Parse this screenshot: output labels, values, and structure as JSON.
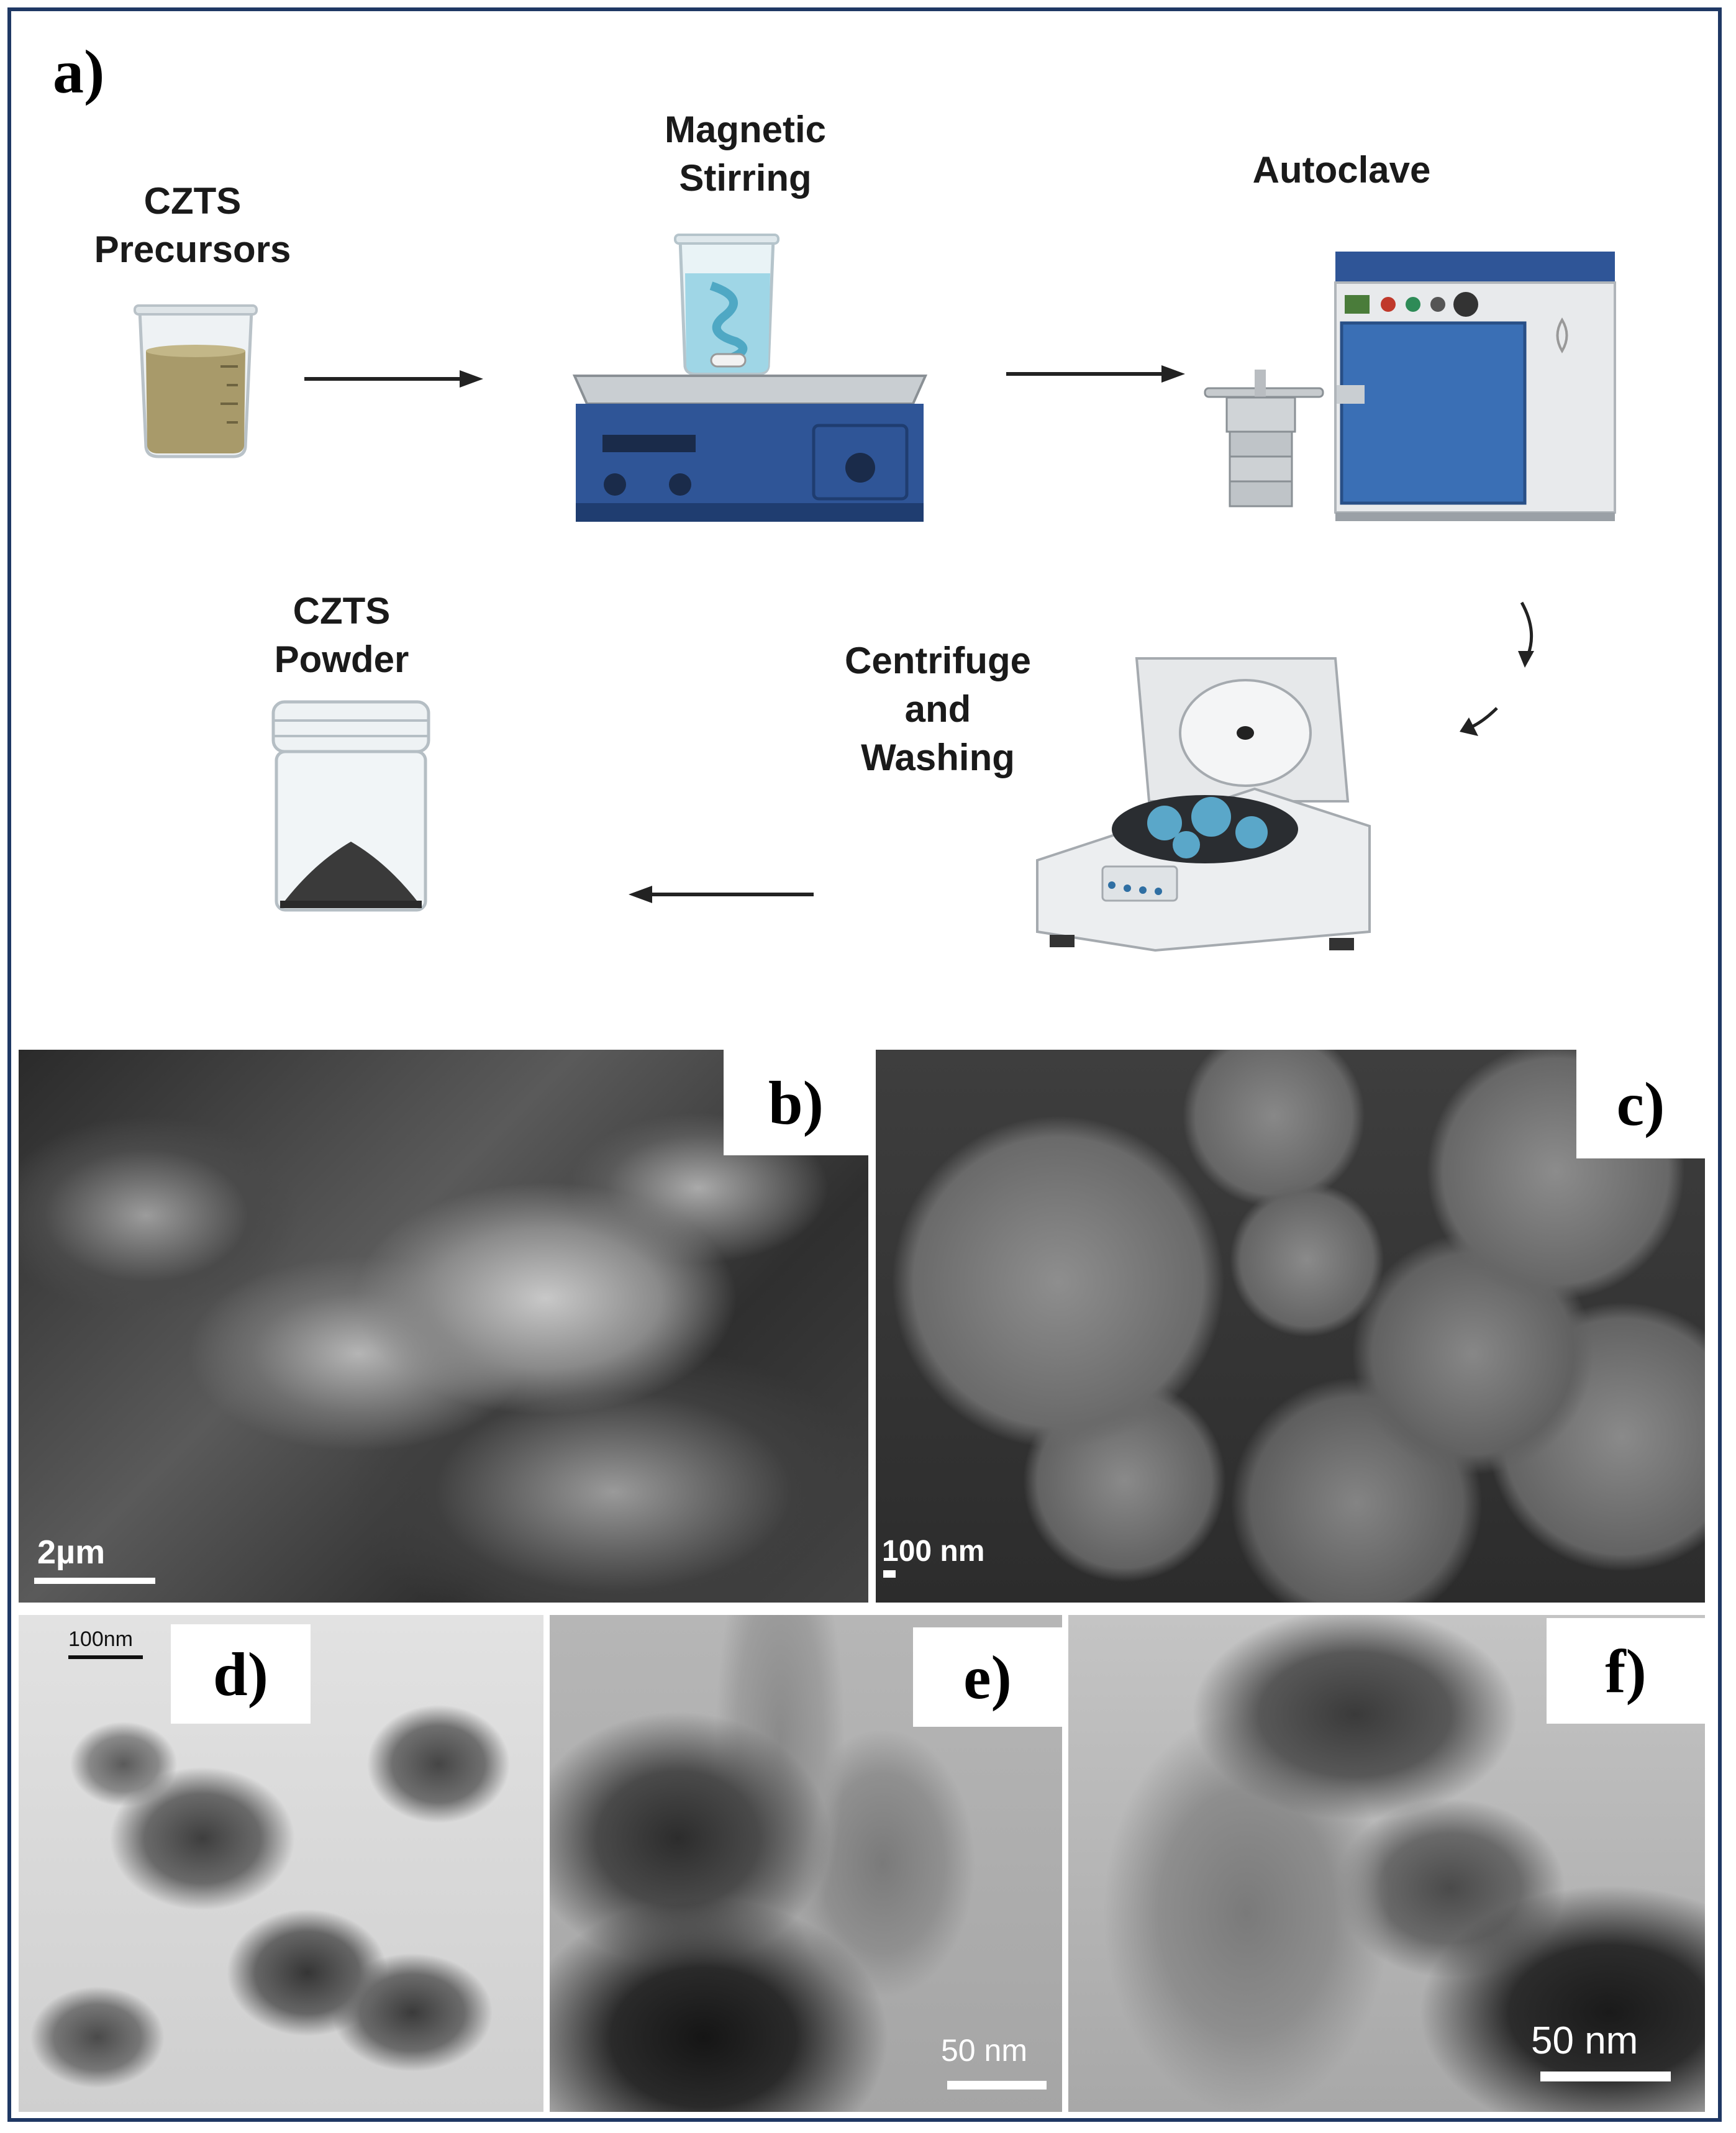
{
  "figure": {
    "panel_a": {
      "label": "a)",
      "steps": [
        {
          "line1": "CZTS",
          "line2": "Precursors"
        },
        {
          "line1": "Magnetic",
          "line2": "Stirring"
        },
        {
          "line1": "Autoclave",
          "line2": ""
        },
        {
          "line1": "Centrifuge",
          "line2": "and",
          "line3": "Washing"
        },
        {
          "line1": "CZTS",
          "line2": "Powder"
        }
      ]
    },
    "panel_b": {
      "label": "b)",
      "scale": "2µm"
    },
    "panel_c": {
      "label": "c)",
      "scale": "100 nm"
    },
    "panel_d": {
      "label": "d)",
      "scale": "100nm"
    },
    "panel_e": {
      "label": "e)",
      "scale": "50 nm"
    },
    "panel_f": {
      "label": "f)",
      "scale": "50 nm"
    }
  },
  "colors": {
    "frame": "#1f3864",
    "precursor_liquid": "#a89a6a",
    "stirrer_blue": "#2f5597",
    "autoclave_blue": "#3a6fb5",
    "powder": "#3a3a3a"
  }
}
